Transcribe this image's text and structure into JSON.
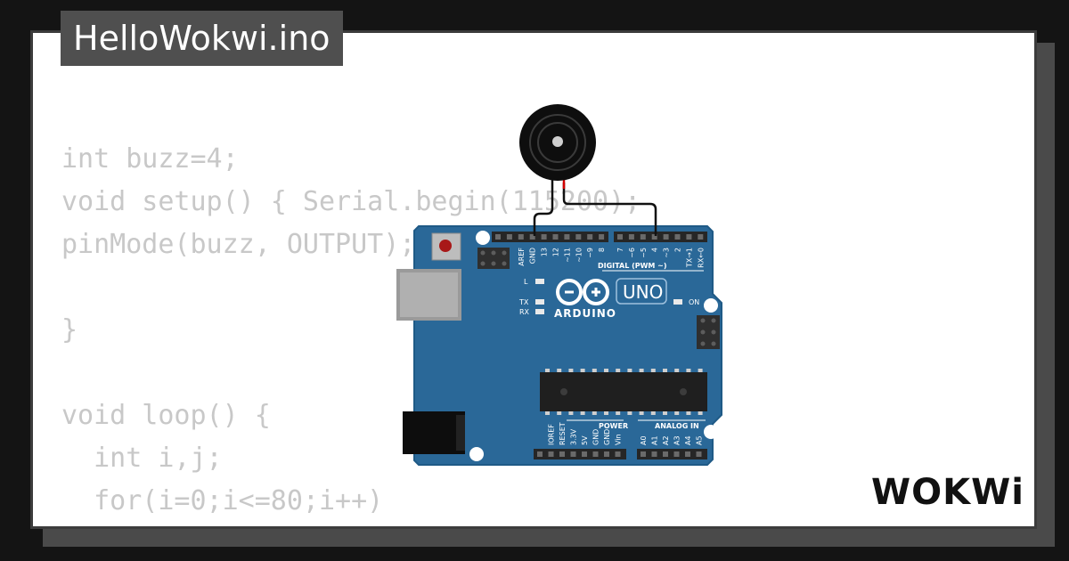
{
  "title": "HelloWokwi.ino",
  "code_lines": [
    "int buzz=4;",
    "void setup() { Serial.begin(115200);",
    "pinMode(buzz, OUTPUT);",
    "",
    "}",
    "",
    "void loop() {",
    "  int i,j;",
    "  for(i=0;i<=80;i++)",
    "  {"
  ],
  "board": {
    "logo_text": "ARDUINO",
    "model": "UNO",
    "digital_header_label": "DIGITAL (PWM ~)",
    "digital_pins": [
      "AREF",
      "GND",
      "13",
      "12",
      "~11",
      "~10",
      "~9",
      "8",
      "7",
      "~6",
      "~5",
      "4",
      "~3",
      "2",
      "TX→1",
      "RX←0"
    ],
    "power_label": "POWER",
    "power_pins": [
      "IOREF",
      "RESET",
      "3.3V",
      "5V",
      "GND",
      "GND",
      "Vin"
    ],
    "analog_label": "ANALOG IN",
    "analog_pins": [
      "A0",
      "A1",
      "A2",
      "A3",
      "A4",
      "A5"
    ],
    "led_l": "L",
    "led_tx": "TX",
    "led_rx": "RX",
    "led_on": "ON"
  },
  "brand": "WOKWi",
  "colors": {
    "board": "#2a6898",
    "board_edge": "#1f5a86",
    "header": "#262626",
    "wire": "#111111",
    "wire_red": "#d40000",
    "code_text": "#c8c8c8",
    "title_bg": "#4f4f4f"
  }
}
